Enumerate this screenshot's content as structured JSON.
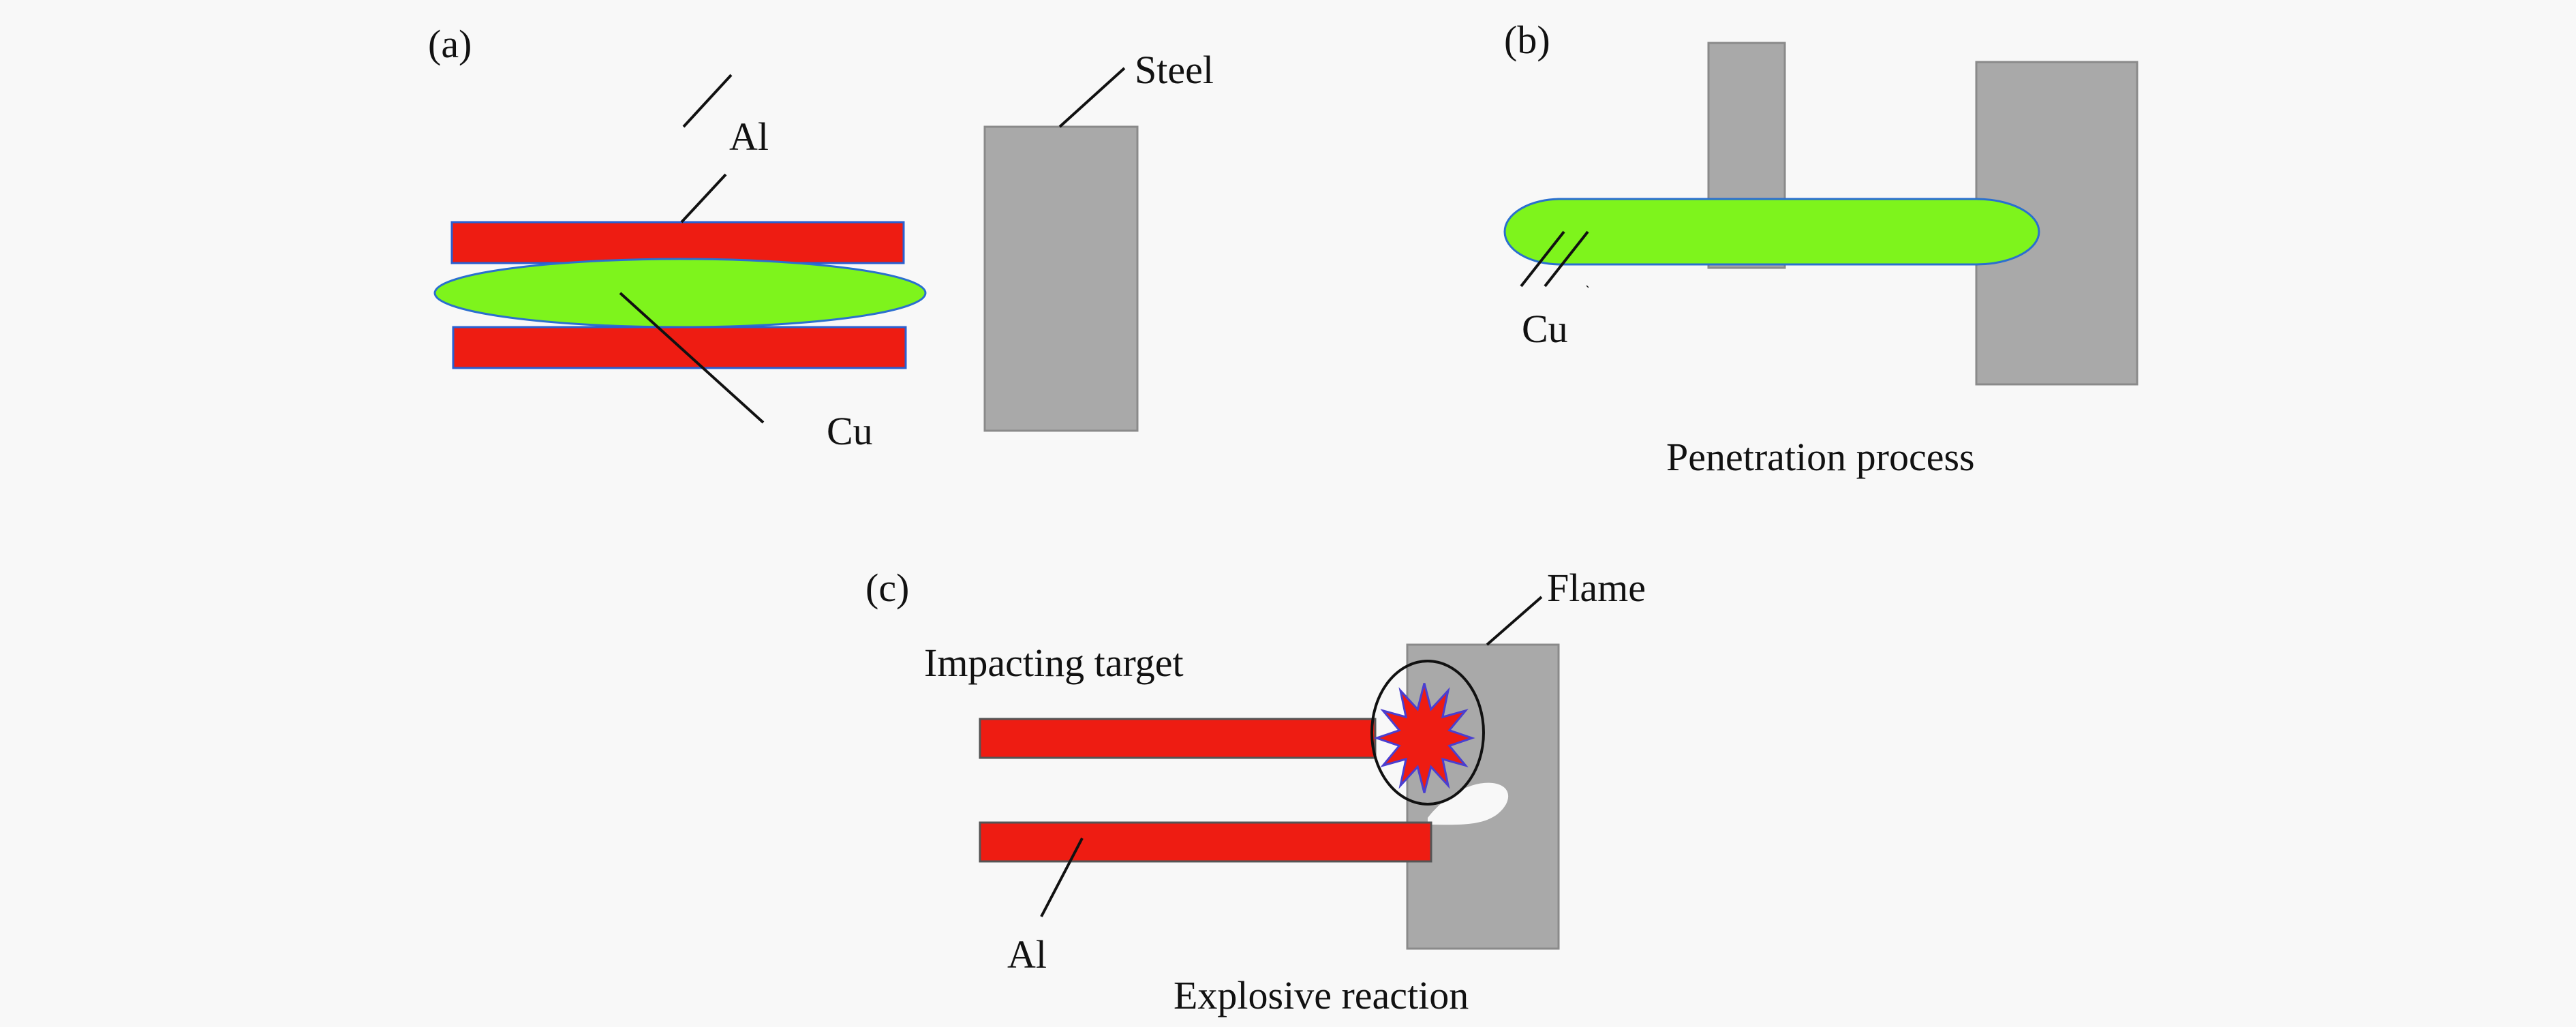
{
  "figure": {
    "background": "#f8f8f8",
    "colors": {
      "al": "#ee1c12",
      "al_outline": "#2a5fd0",
      "cu": "#7ef41c",
      "cu_outline": "#2a6fcf",
      "steel": "#a9a9a9",
      "steel_outline": "#8a8a8a",
      "flame": "#ee1c12",
      "flame_outline": "#4a3fd0"
    },
    "panels": [
      {
        "id": "a",
        "label": "(a)",
        "annotations": {
          "al": "Al",
          "cu": "Cu",
          "steel": "Steel"
        },
        "caption": ""
      },
      {
        "id": "b",
        "label": "(b)",
        "annotations": {
          "cu": "Cu"
        },
        "caption": "Penetration process"
      },
      {
        "id": "c",
        "label": "(c)",
        "annotations": {
          "flame": "Flame",
          "al": "Al",
          "impact": "Impacting target"
        },
        "caption": "Explosive reaction"
      }
    ]
  }
}
